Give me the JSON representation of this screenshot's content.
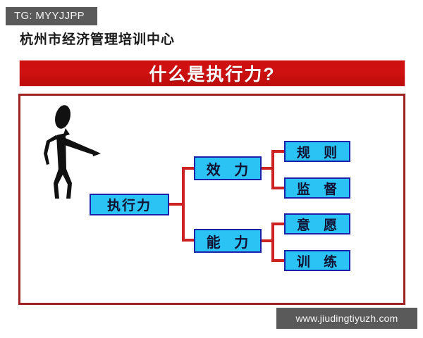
{
  "badge": {
    "label": "TG: MYYJJPP",
    "background": "#5a5a5a",
    "text_color": "#f2f2f2"
  },
  "header": {
    "organization": "杭州市经济管理培训中心"
  },
  "banner": {
    "title": "什么是执行力?",
    "background": "#cf1010",
    "text_color": "#ffffff"
  },
  "diagram": {
    "frame_border_color": "#9e2222",
    "node_fill": "#2ac3f4",
    "node_border": "#1b21a8",
    "connector_color": "#cc2222",
    "illustration": "stick-figure-pointing",
    "root": {
      "label": "执行力"
    },
    "branches": [
      {
        "label": "效 力",
        "leaves": [
          {
            "label": "规 则"
          },
          {
            "label": "监 督"
          }
        ]
      },
      {
        "label": "能 力",
        "leaves": [
          {
            "label": "意 愿"
          },
          {
            "label": "训 练"
          }
        ]
      }
    ]
  },
  "watermark": {
    "url": "www.jiudingtiyuzh.com",
    "background": "#5a5a5a",
    "text_color": "#f5f5f5"
  }
}
